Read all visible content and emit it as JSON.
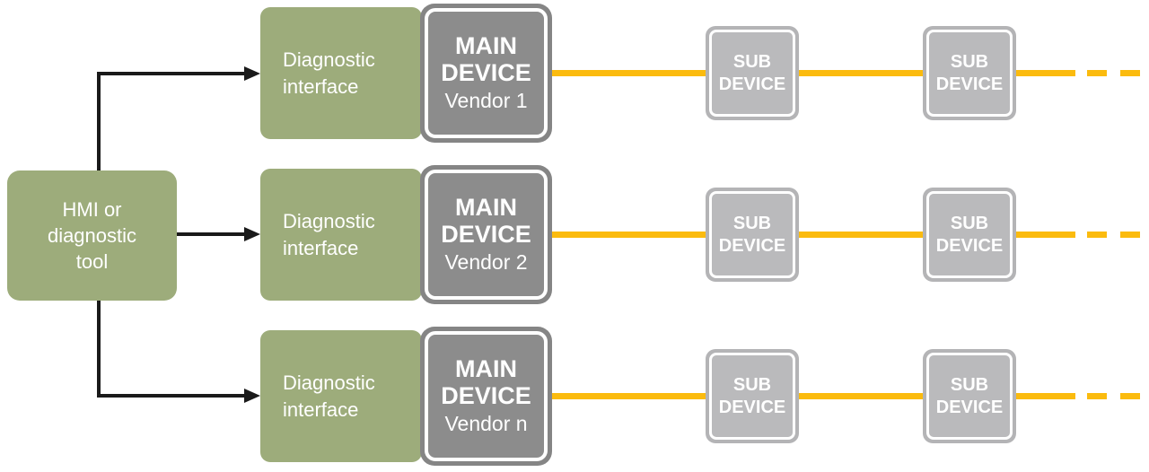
{
  "colors": {
    "green": "#9DAC7B",
    "dark-gray": "#858585",
    "dark-gray-inner": "#8C8C8C",
    "light-gray": "#B4B4B6",
    "light-gray-inner": "#BABABC",
    "yellow": "#FBBB0E",
    "line-black": "#1A1A1A",
    "text-white": "#FFFFFF"
  },
  "hmi": {
    "lines": [
      "HMI or",
      "diagnostic",
      "tool"
    ]
  },
  "rows": [
    {
      "interface_label": "Diagnostic interface",
      "main": {
        "line1": "MAIN",
        "line2": "DEVICE",
        "vendor": "Vendor 1"
      },
      "subs": [
        {
          "line1": "SUB",
          "line2": "DEVICE"
        },
        {
          "line1": "SUB",
          "line2": "DEVICE"
        }
      ]
    },
    {
      "interface_label": "Diagnostic interface",
      "main": {
        "line1": "MAIN",
        "line2": "DEVICE",
        "vendor": "Vendor 2"
      },
      "subs": [
        {
          "line1": "SUB",
          "line2": "DEVICE"
        },
        {
          "line1": "SUB",
          "line2": "DEVICE"
        }
      ]
    },
    {
      "interface_label": "Diagnostic interface",
      "main": {
        "line1": "MAIN",
        "line2": "DEVICE",
        "vendor": "Vendor n"
      },
      "subs": [
        {
          "line1": "SUB",
          "line2": "DEVICE"
        },
        {
          "line1": "SUB",
          "line2": "DEVICE"
        }
      ]
    }
  ]
}
